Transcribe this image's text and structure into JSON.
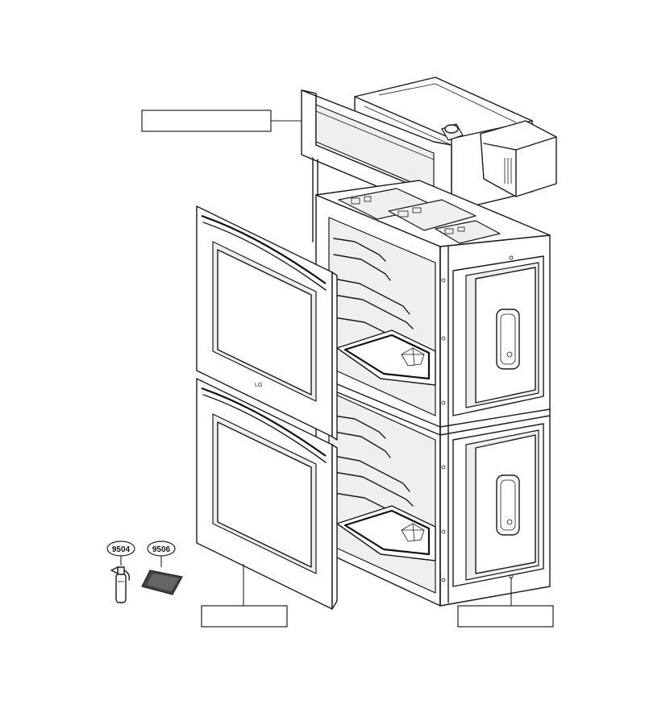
{
  "callouts": [
    {
      "id": "part-9504",
      "number": "9504",
      "depicts": "spray-bottle"
    },
    {
      "id": "part-9506",
      "number": "9506",
      "depicts": "cleaning-pad"
    }
  ],
  "label_boxes": [
    {
      "id": "control-panel-label",
      "text": ""
    },
    {
      "id": "door-assembly-label",
      "text": ""
    },
    {
      "id": "cavity-assembly-label",
      "text": ""
    }
  ],
  "colors": {
    "line": "#1a1a1a",
    "background": "#ffffff",
    "pad": "#444444"
  }
}
